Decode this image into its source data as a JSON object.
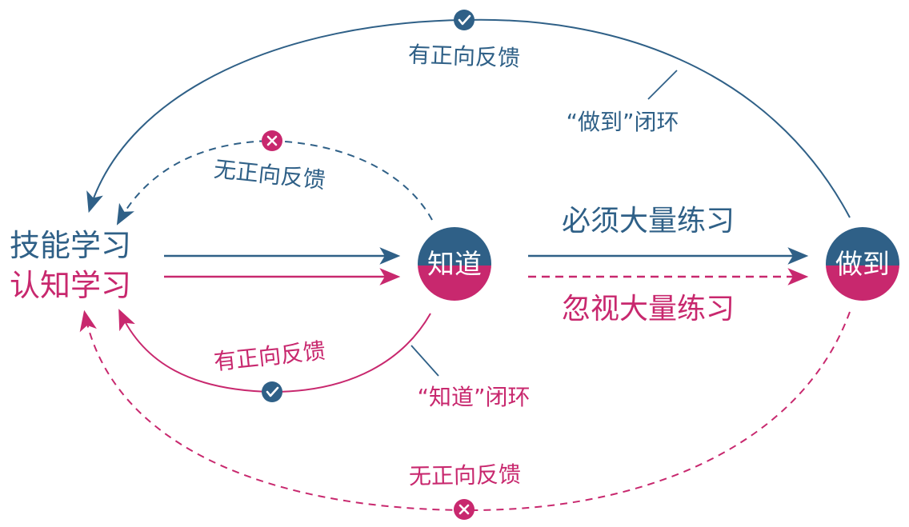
{
  "colors": {
    "blue": "#2f6087",
    "pink": "#c8286e",
    "background": "#ffffff"
  },
  "nodes": {
    "skill_learning": "技能学习",
    "cognitive_learning": "认知学习",
    "know": "知道",
    "do": "做到"
  },
  "edges": {
    "must_practice": "必须大量练习",
    "ignore_practice": "忽视大量练习",
    "top_feedback": "有正向反馈",
    "inner_top_feedback": "无正向反馈",
    "inner_bottom_feedback": "有正向反馈",
    "bottom_feedback": "无正向反馈"
  },
  "annotations": {
    "do_loop": "“做到”闭环",
    "know_loop": "“知道”闭环"
  },
  "icons": {
    "positive": "check-icon",
    "negative": "cross-icon"
  }
}
